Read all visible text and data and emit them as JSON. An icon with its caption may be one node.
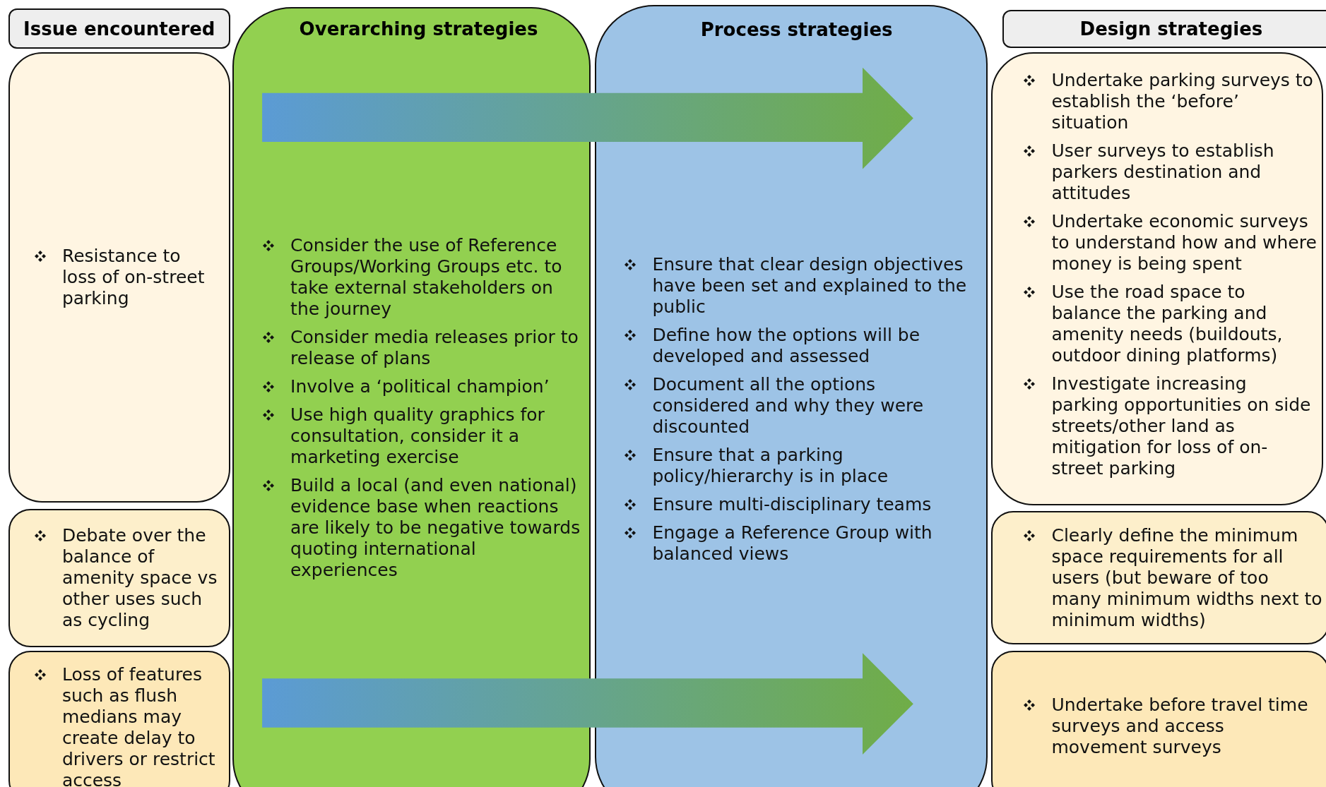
{
  "diagram": {
    "nodes": [
      {
        "text": [
          "Issue encountered"
        ]
      },
      {
        "text": [
          "Resistance to loss of on-street parking"
        ]
      },
      {
        "text": [
          "Debate over the balance of amenity space vs other uses such as cycling"
        ]
      },
      {
        "text": [
          "Loss of features such as flush medians may create delay to drivers or restrict access"
        ]
      },
      {
        "text": [
          "Overarching strategies",
          "Consider the use of Reference Groups/Working Groups etc. to take external stakeholders on the journey",
          "Consider media releases prior to release of plans",
          "Involve a ‘political champion’",
          "Use high quality graphics for consultation, consider it a marketing exercise",
          "Build a local (and even national) evidence base when reactions are likely to be negative towards quoting international experiences"
        ]
      },
      {
        "text": [
          "Process strategies",
          "Ensure that clear design objectives have been set and explained to the public",
          "Define how the options will be developed and assessed",
          "Document all the options considered and why they were discounted",
          "Ensure that a parking policy/hierarchy is in place",
          "Ensure multi-disciplinary teams",
          "Engage a Reference Group with balanced views"
        ]
      },
      {
        "text": [
          "Design strategies"
        ]
      },
      {
        "text": [
          "Undertake parking surveys to establish the ‘before’ situation",
          "User surveys to establish parkers destination and attitudes",
          "Undertake economic surveys to understand how and where money is being spent",
          "Use the road space to balance the parking and amenity needs (buildouts, outdoor dining platforms)",
          "Investigate increasing parking opportunities on side streets/other land as mitigation for loss of on-street parking"
        ]
      },
      {
        "text": [
          "Clearly define the minimum space requirements for all users (but beware of too many minimum widths next to minimum widths)"
        ]
      },
      {
        "text": [
          "Undertake before travel time surveys and access movement surveys"
        ]
      }
    ]
  }
}
